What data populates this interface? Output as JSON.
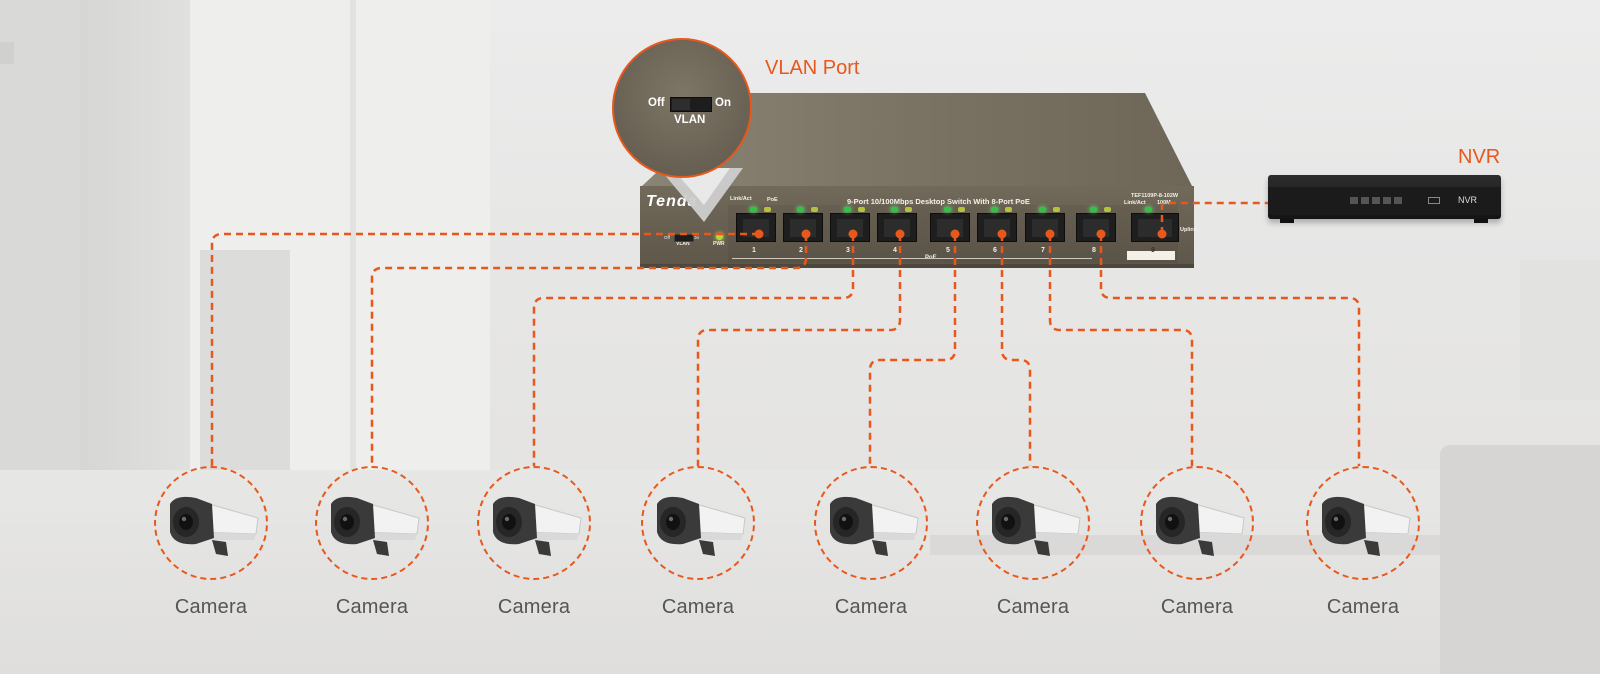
{
  "annotations": {
    "vlan_port": "VLAN Port",
    "nvr": "NVR"
  },
  "vlan_callout": {
    "off": "Off",
    "on": "On",
    "label": "VLAN"
  },
  "switch": {
    "brand": "Tenda",
    "model_title": "9-Port 10/100Mbps Desktop Switch With 8-Port PoE",
    "model_number": "TEF1109P-8-102W",
    "link_act": "Link/Act",
    "poe": "PoE",
    "speed": "100M",
    "uplink": "Uplink",
    "vlan_small": "VLAN",
    "off_small": "Off",
    "on_small": "On",
    "pwr": "PWR",
    "poe_bottom": "PoE",
    "port_numbers": [
      "1",
      "2",
      "3",
      "4",
      "5",
      "6",
      "7",
      "8",
      "9"
    ]
  },
  "nvr_device": {
    "label": "NVR"
  },
  "cameras": [
    {
      "label": "Camera"
    },
    {
      "label": "Camera"
    },
    {
      "label": "Camera"
    },
    {
      "label": "Camera"
    },
    {
      "label": "Camera"
    },
    {
      "label": "Camera"
    },
    {
      "label": "Camera"
    },
    {
      "label": "Camera"
    }
  ],
  "colors": {
    "accent": "#e8581c",
    "switch_body": "#6f6759",
    "label_grey": "#555555"
  },
  "icons": [
    "camera-icon",
    "switch-device",
    "nvr-device",
    "vlan-toggle"
  ]
}
